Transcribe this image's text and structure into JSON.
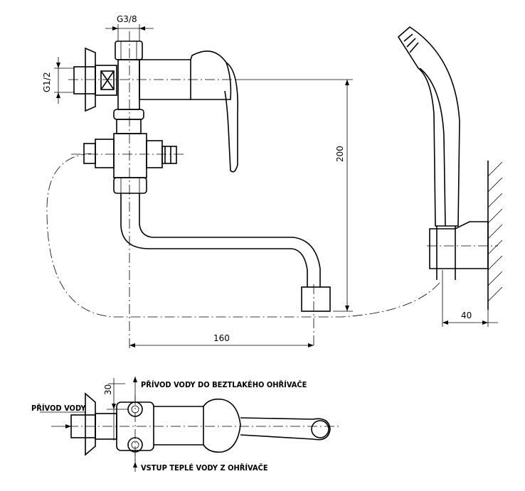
{
  "dimensions": {
    "g38": "G3/8",
    "g12": "G1/2",
    "d200": "200",
    "d160": "160",
    "d40": "40",
    "d30": "30"
  },
  "labels": {
    "privod_vody_do": "PŘÍVOD VODY DO BEZTLAKÉHO OHŘÍVAČE",
    "privod_vody": "PŘÍVOD VODY",
    "vstup_teple": "VSTUP TEPLÉ VODY Z OHŘÍVAČE"
  }
}
